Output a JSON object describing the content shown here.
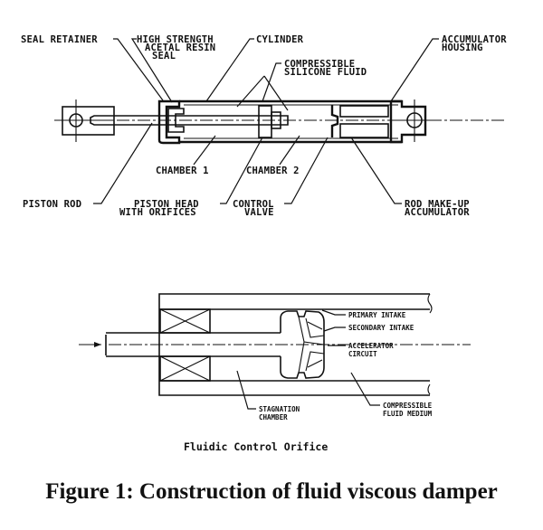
{
  "figure": {
    "caption": "Figure 1: Construction of fluid viscous damper",
    "top_diagram": {
      "labels": {
        "seal_retainer": "SEAL RETAINER",
        "seal_line1": "HIGH STRENGTH",
        "seal_line2": "ACETAL RESIN",
        "seal_line3": "SEAL",
        "cylinder": "CYLINDER",
        "fluid_line1": "COMPRESSIBLE",
        "fluid_line2": "SILICONE FLUID",
        "accum_housing_line1": "ACCUMULATOR",
        "accum_housing_line2": "HOUSING",
        "chamber1": "CHAMBER 1",
        "chamber2": "CHAMBER 2",
        "piston_rod": "PISTON ROD",
        "piston_head_line1": "PISTON HEAD",
        "piston_head_line2": "WITH ORIFICES",
        "control_valve_line1": "CONTROL",
        "control_valve_line2": "VALVE",
        "rod_makeup_line1": "ROD MAKE-UP",
        "rod_makeup_line2": "ACCUMULATOR"
      }
    },
    "bottom_diagram": {
      "title": "Fluidic Control Orifice",
      "labels": {
        "primary_intake": "PRIMARY INTAKE",
        "secondary_intake": "SECONDARY INTAKE",
        "accelerator_line1": "ACCELERATOR",
        "accelerator_line2": "CIRCUIT",
        "stagnation_line1": "STAGNATION",
        "stagnation_line2": "CHAMBER",
        "medium_line1": "COMPRESSIBLE",
        "medium_line2": "FLUID MEDIUM"
      }
    }
  }
}
